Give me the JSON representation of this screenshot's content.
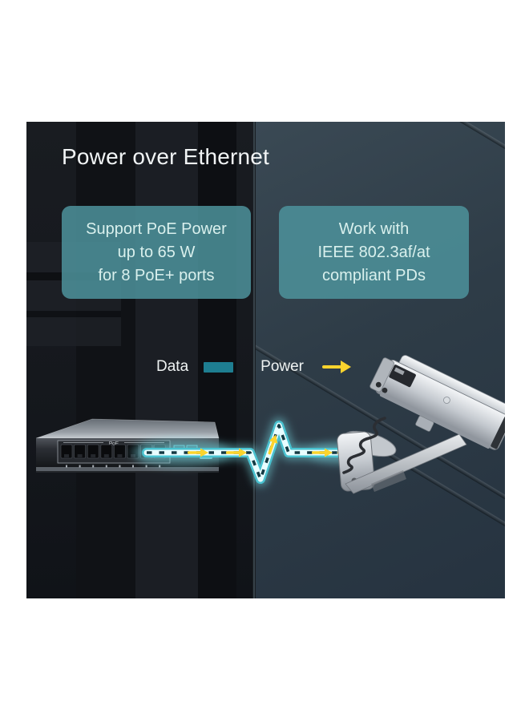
{
  "title": "Power over Ethernet",
  "features": [
    {
      "id": "poe-power",
      "lines": [
        "Support PoE Power",
        "up to 65 W",
        "for 8 PoE+ ports"
      ]
    },
    {
      "id": "compatibility",
      "lines": [
        "Work with",
        "IEEE 802.3af/at",
        "compliant PDs"
      ]
    }
  ],
  "legend": {
    "data_label": "Data",
    "power_label": "Power"
  },
  "diagram": {
    "switch": {
      "poe_label": "PoE",
      "port_count": 8,
      "type": "8-port PoE switch"
    },
    "camera": {
      "type": "ip-security-camera"
    },
    "connection": {
      "style": "ethernet-cable-heartbeat-pulse",
      "carries": [
        "data",
        "power"
      ]
    }
  },
  "colors": {
    "page_background": "#ffffff",
    "feature_card_teal": "#4d929b",
    "feature_card_text": "#d9f0ed",
    "title_text": "#f1f4f5",
    "legend_data_swatch": "#1e7e91",
    "power_yellow": "#fcd42d",
    "cable_border_teal": "#49c2d0",
    "cable_core_light": "#e8fdff",
    "cable_dash_dark": "#143a43",
    "facade_left_dark": "#15181d",
    "facade_right_slate": "#2e3c47"
  }
}
